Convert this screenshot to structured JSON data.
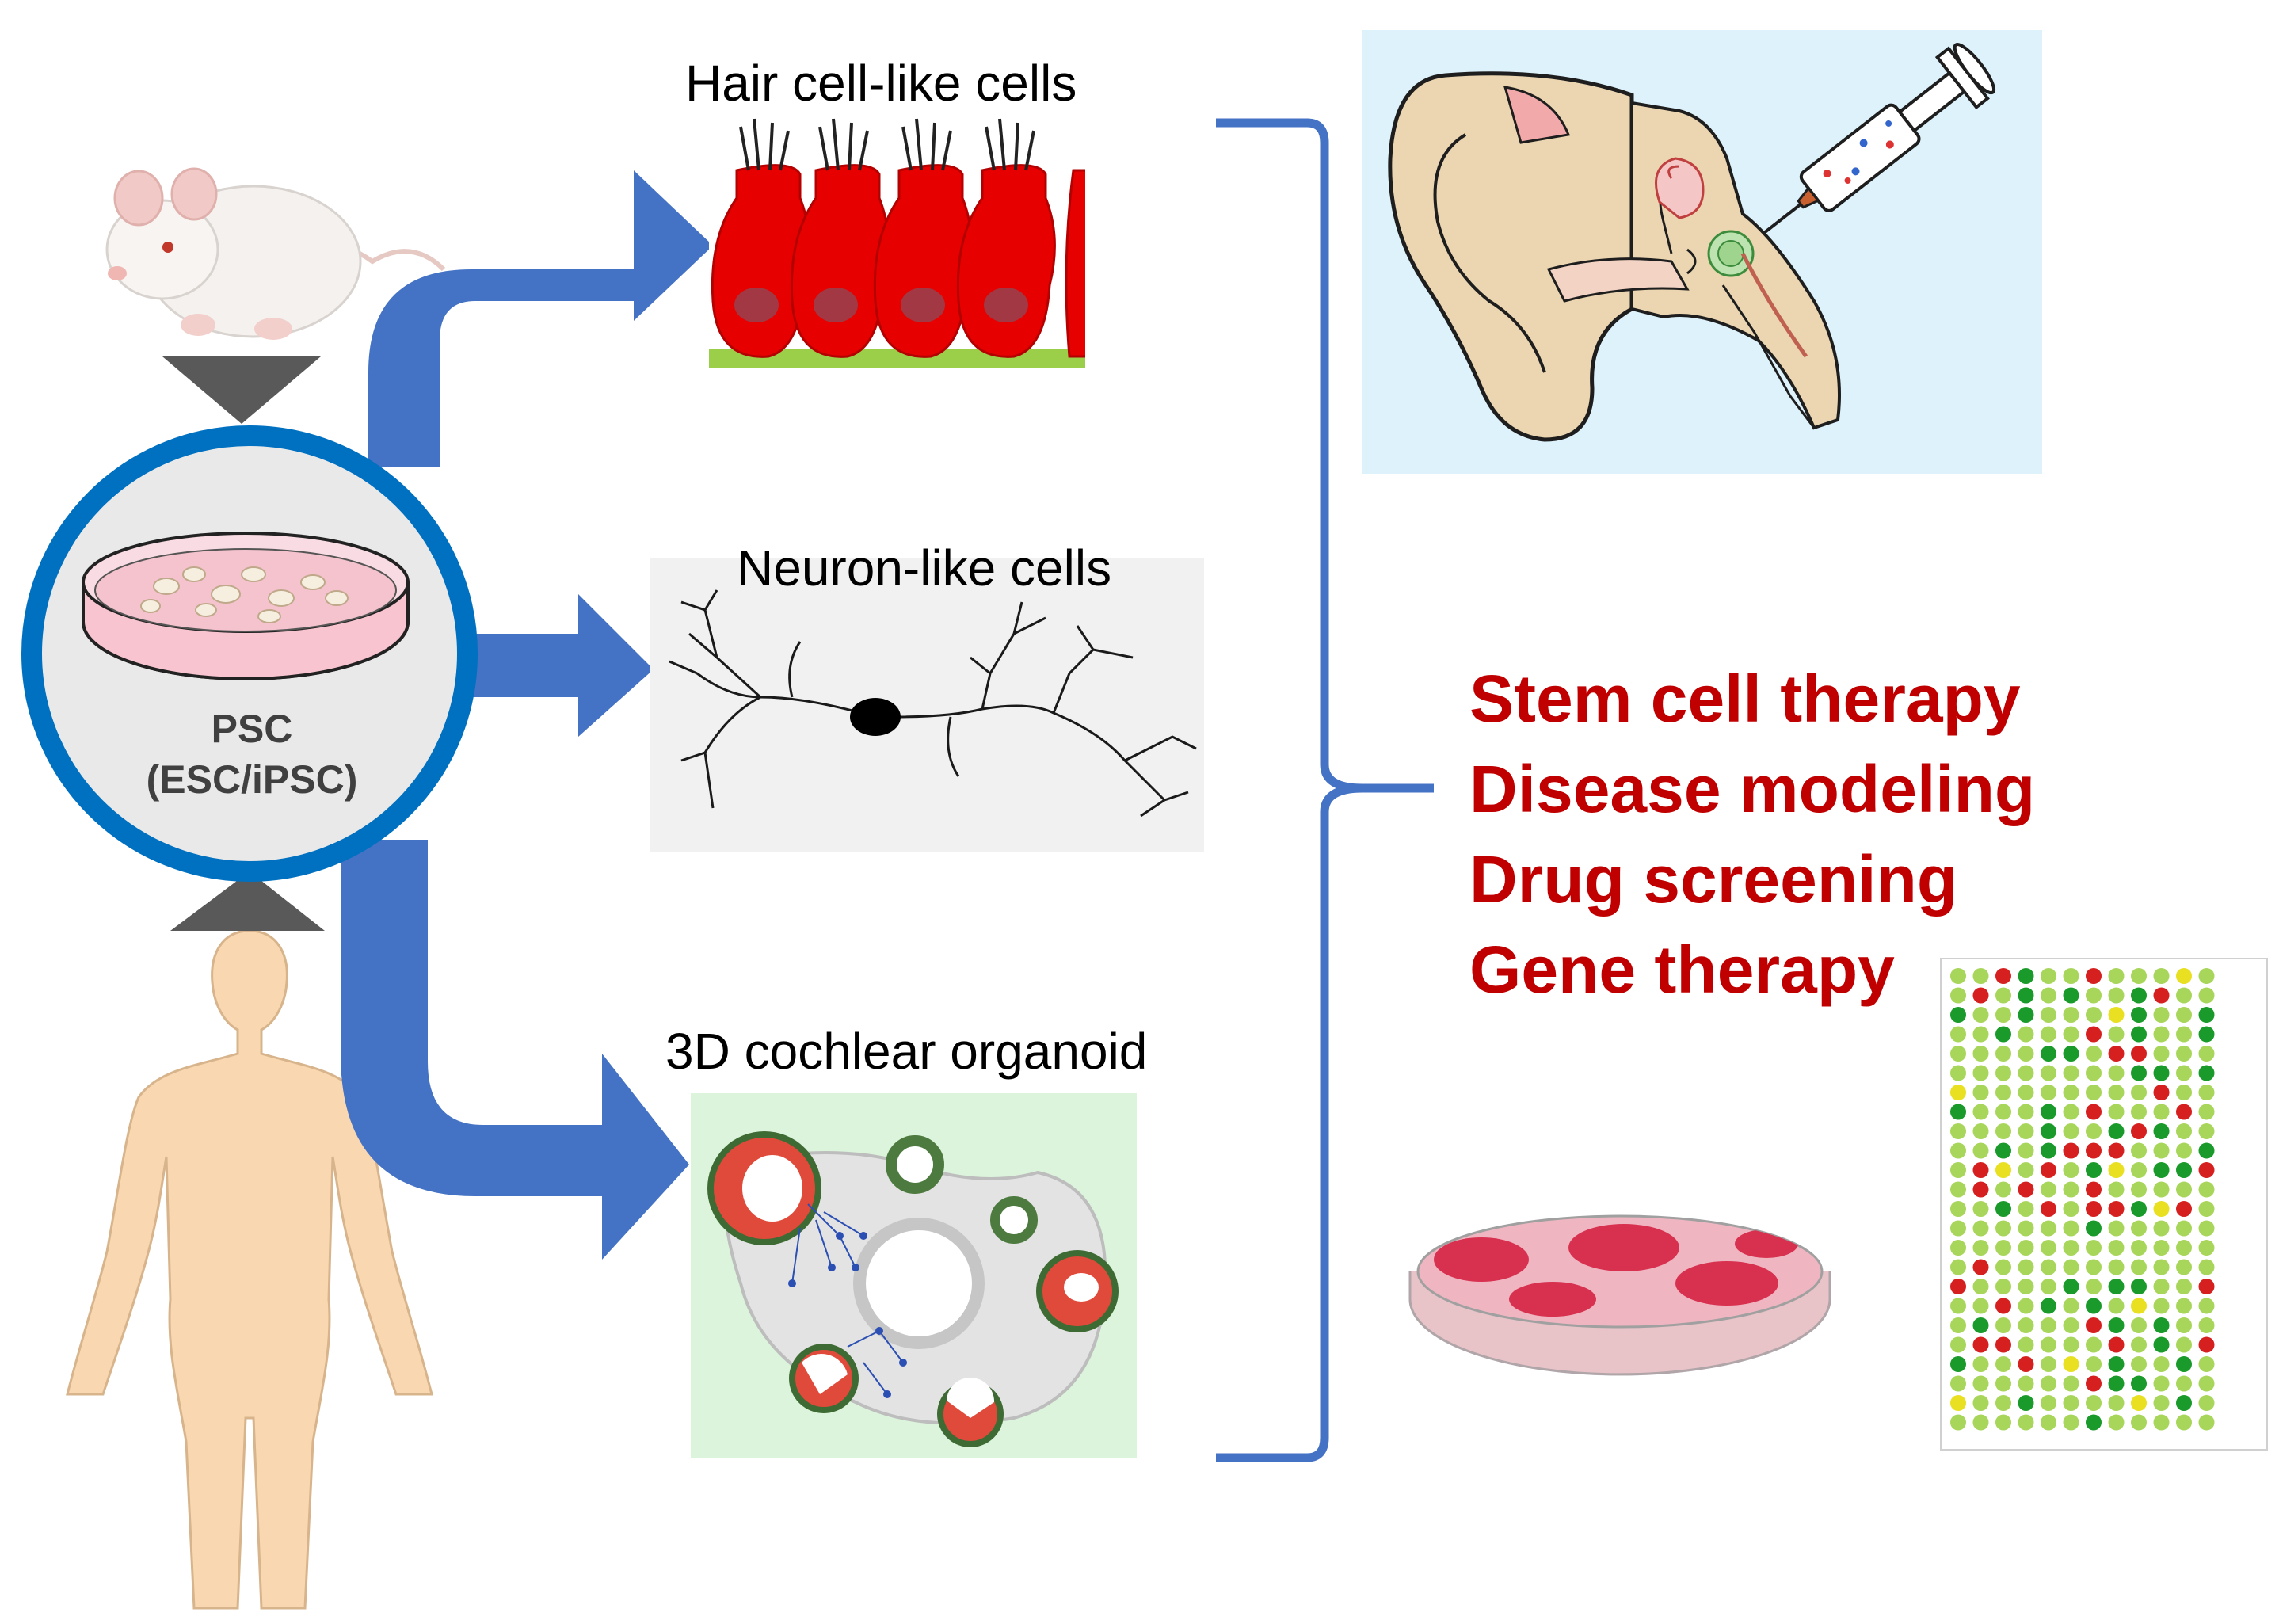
{
  "center": {
    "line1": "PSC",
    "line2": "(ESC/iPSC)"
  },
  "derivatives": {
    "hair_cells": "Hair cell-like cells",
    "neurons": "Neuron-like cells",
    "organoid": "3D cochlear organoid"
  },
  "applications": [
    "Stem cell therapy",
    "Disease modeling",
    "Drug screening",
    "Gene therapy"
  ],
  "colors": {
    "arrow": "#4472c4",
    "ring": "#0070c0",
    "application_text": "#c00000",
    "hair_cell": "#e00000",
    "skin": "#f9d7b0"
  },
  "icons": [
    "mouse-icon",
    "human-body-icon",
    "petri-dish-icon",
    "ear-injection-icon",
    "cell-culture-dish-icon",
    "screening-plate-icon"
  ]
}
